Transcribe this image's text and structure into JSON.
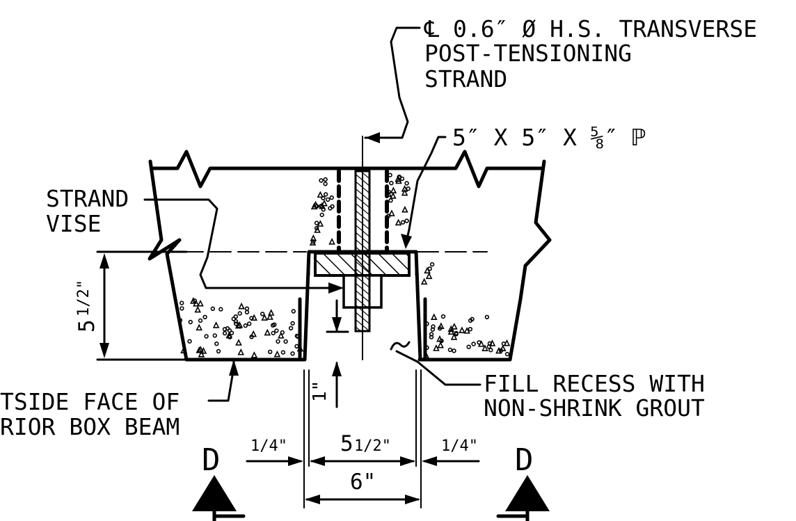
{
  "callouts": {
    "strand_line1": "℄ 0.6″ Ø H.S. TRANSVERSE",
    "strand_line2": "POST-TENSIONING",
    "strand_line3": "STRAND",
    "plate": "5″ X 5″ X ⅝″ ℙ",
    "vise_line1": "STRAND",
    "vise_line2": "VISE",
    "grout_line1": "FILL RECESS WITH",
    "grout_line2": "NON-SHRINK GROUT",
    "face_line1": "TSIDE FACE OF",
    "face_line2": "RIOR BOX BEAM"
  },
  "dimensions": {
    "recess_depth_whole": "5",
    "recess_depth_frac": "1/2\"",
    "offset_1": "1\"",
    "gap_left": "1/4\"",
    "gap_right": "1/4\"",
    "recess_width_whole": "5",
    "recess_width_frac": "1/2\"",
    "overall_width": "6\""
  },
  "section_markers": {
    "left": "D",
    "right": "D"
  }
}
